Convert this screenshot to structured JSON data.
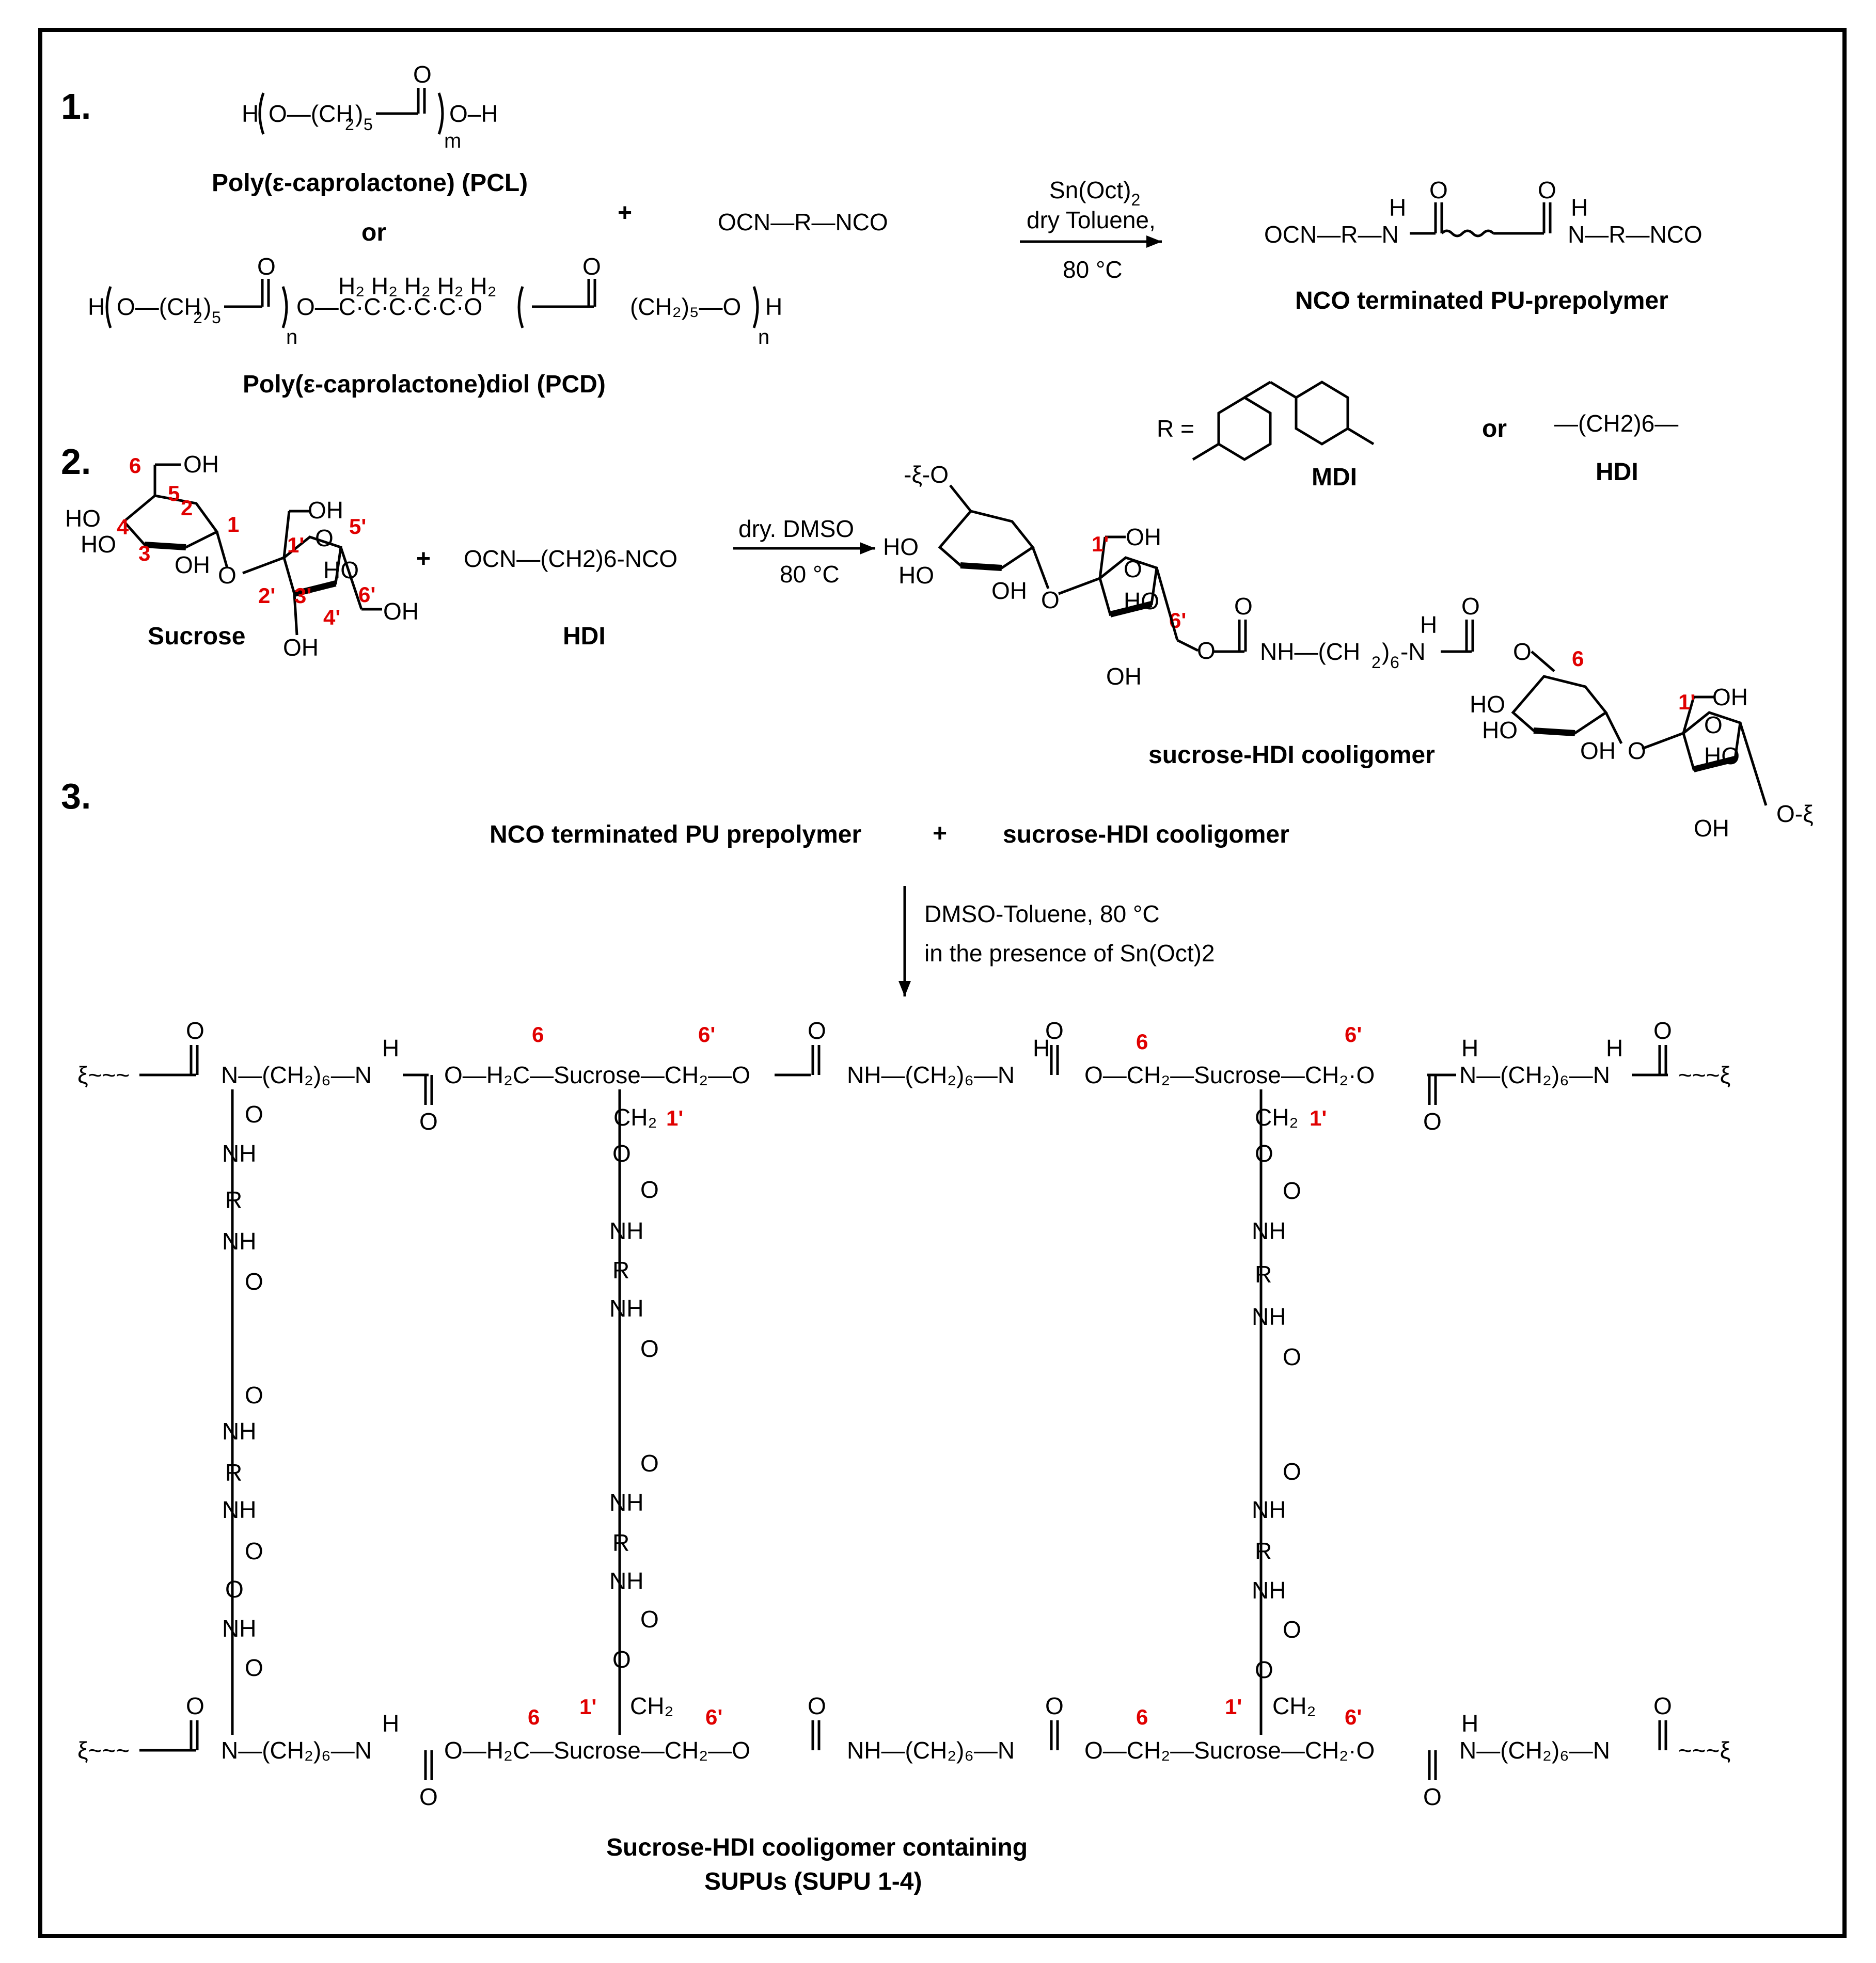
{
  "steps": {
    "s1": "1.",
    "s2": "2.",
    "s3": "3."
  },
  "step1": {
    "pcl_formula_a": "H-(-O-(CH2)5-C(=O)-)m-O-H",
    "pcl_name": "Poly(ε-caprolactone) (PCL)",
    "or": "or",
    "pcd_name": "Poly(ε-caprolactone)diol (PCD)",
    "plus": "+",
    "diisocyanate": "OCN—R—NCO",
    "cond1": "Sn(Oct)",
    "cond1_sub": "2",
    "cond2": "dry Toluene,",
    "cond3": "80 °C",
    "product_name": "NCO terminated PU-prepolymer",
    "r_eq": "R =",
    "mdi": "MDI",
    "or2": "or",
    "hdi": "HDI",
    "hdi_formula": "—(CH2)6—"
  },
  "step2": {
    "sucrose": "Sucrose",
    "plus": "+",
    "hdi_formula": "OCN—(CH2)6-NCO",
    "hdi": "HDI",
    "cond1": "dry. DMSO",
    "cond2": "80 °C",
    "product_name": "sucrose-HDI cooligomer",
    "linker": "O—C(=O)—NH—(CH2)6—NH—C(=O)—O",
    "numbers": [
      "6",
      "5",
      "4",
      "3",
      "2",
      "1",
      "1'",
      "2'",
      "3'",
      "4'",
      "5'",
      "6'"
    ]
  },
  "step3": {
    "reactant1": "NCO terminated PU prepolymer",
    "plus": "+",
    "reactant2": "sucrose-HDI cooligomer",
    "cond1": "DMSO-Toluene, 80 °C",
    "cond2": "in the presence of Sn(Oct)2",
    "chain": "N—(CH2)6—N—C(=O)—O—H2C—Sucrose—CH2—O—C(=O)—NH—(CH2)6—N—C(=O)—O—CH2—Sucrose—CH2—O—C(=O)—N—(CH2)6—N",
    "pos_6": "6",
    "pos_6p": "6'",
    "pos_1p": "1'",
    "product_line1": "Sucrose-HDI cooligomer containing",
    "product_line2": "SUPUs (SUPU 1-4)"
  }
}
